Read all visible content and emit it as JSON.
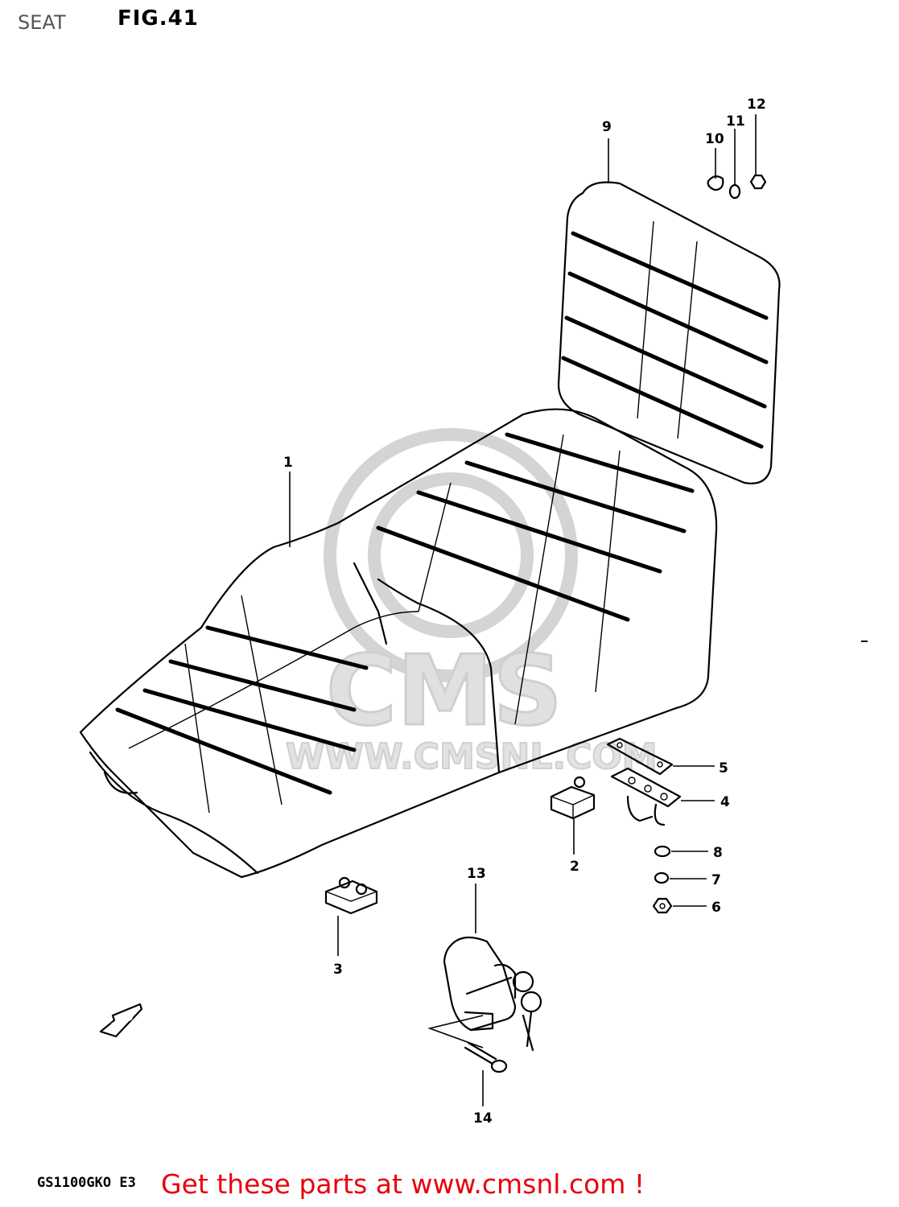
{
  "header": {
    "section": "SEAT",
    "figure": "FIG.41"
  },
  "footer": {
    "model": "GS1100GKO E3",
    "promo": "Get these parts at www.cmsnl.com !"
  },
  "watermark": {
    "site": "WWW.CMSNL.COM",
    "mark": "CMS"
  },
  "fwd_label": "FWD",
  "callouts": [
    {
      "id": "1",
      "label": "1"
    },
    {
      "id": "2",
      "label": "2"
    },
    {
      "id": "3",
      "label": "3"
    },
    {
      "id": "4",
      "label": "4"
    },
    {
      "id": "5",
      "label": "5"
    },
    {
      "id": "6",
      "label": "6"
    },
    {
      "id": "7",
      "label": "7"
    },
    {
      "id": "8",
      "label": "8"
    },
    {
      "id": "9",
      "label": "9"
    },
    {
      "id": "10",
      "label": "10"
    },
    {
      "id": "11",
      "label": "11"
    },
    {
      "id": "12",
      "label": "12"
    },
    {
      "id": "13",
      "label": "13"
    },
    {
      "id": "14",
      "label": "14"
    }
  ],
  "colors": {
    "promo": "#e8000b",
    "watermark": "#d4d4d4",
    "ink": "#000000"
  }
}
